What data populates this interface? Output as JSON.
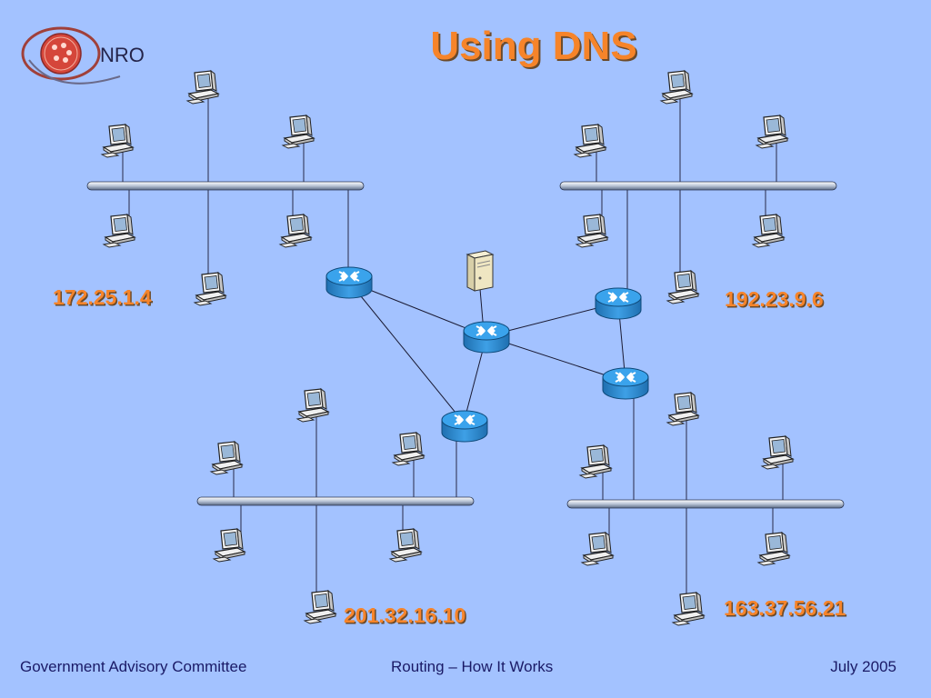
{
  "title": "Using DNS",
  "logo": {
    "text": "NRO"
  },
  "networks": [
    {
      "ip": "172.25.1.4"
    },
    {
      "ip": "192.23.9.6"
    },
    {
      "ip": "201.32.16.10"
    },
    {
      "ip": "163.37.56.21"
    }
  ],
  "footer": {
    "left": "Government Advisory Committee",
    "center": "Routing – How It Works",
    "right": "July 2005"
  },
  "colors": {
    "background": "#a3c2ff",
    "title": "#f6842a",
    "router": "#2a8fd6",
    "footer_text": "#1a1a66"
  }
}
